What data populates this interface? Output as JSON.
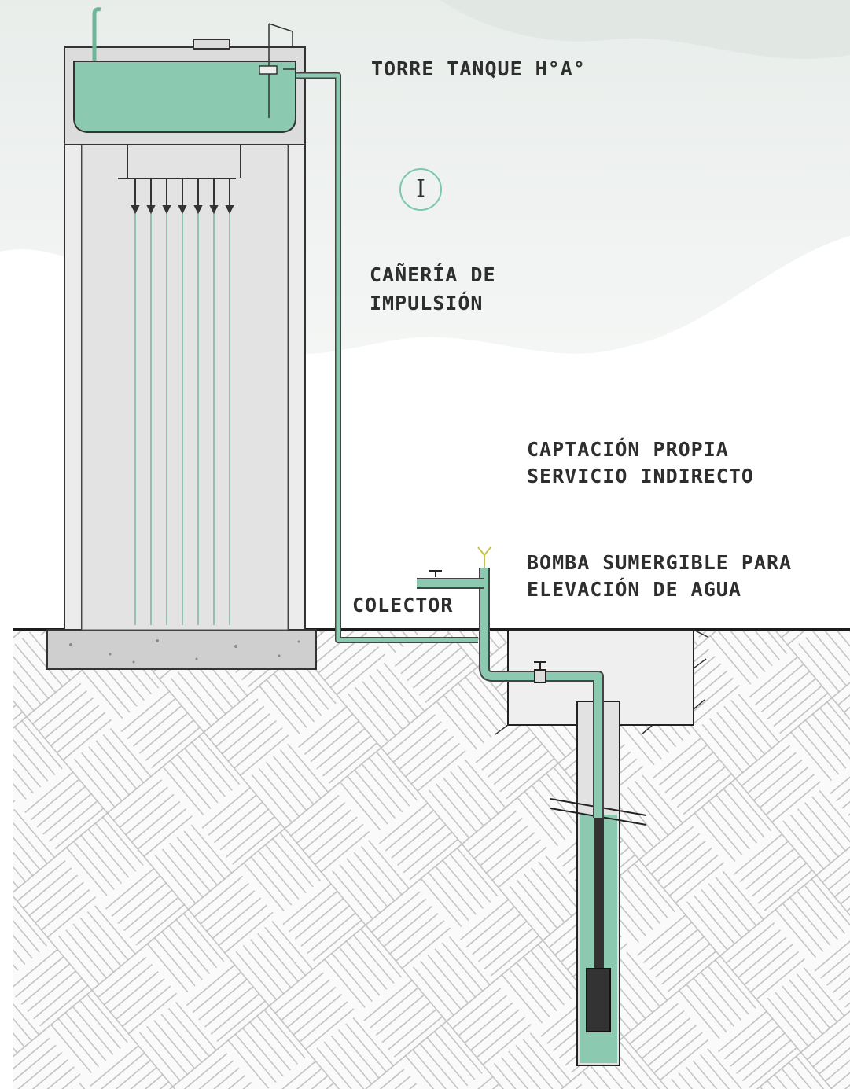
{
  "labels": {
    "tower_tank": "TORRE TANQUE H°A°",
    "marker": "I",
    "impulsion_1": "CAÑERÍA DE",
    "impulsion_2": "IMPULSIÓN",
    "captacion_1": "CAPTACIÓN PROPIA",
    "captacion_2": "SERVICIO INDIRECTO",
    "pump_1": "BOMBA SUMERGIBLE PARA",
    "pump_2": "ELEVACIÓN DE AGUA",
    "collector": "COLECTOR"
  },
  "colors": {
    "water": "#8cc9b1",
    "pipe_outline": "#444444",
    "marker_ring": "#7cc7ae"
  }
}
